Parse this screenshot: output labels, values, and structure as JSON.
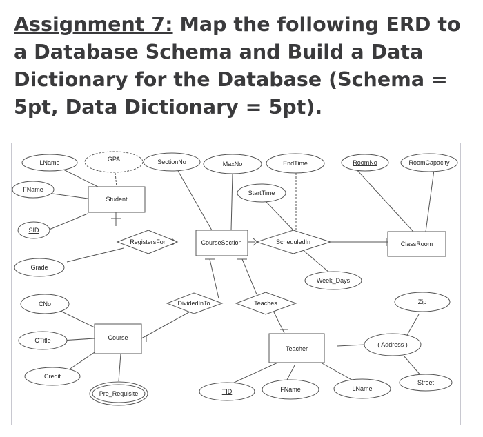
{
  "title": {
    "underlined": "Assignment 7:",
    "rest": " Map the following ERD to a Database Schema and Build a Data Dictionary for the Database (Schema = 5pt, Data Dictionary = 5pt)."
  },
  "erd": {
    "entities": {
      "student": "Student",
      "course_section": "CourseSection",
      "class_room": "ClassRoom",
      "course": "Course",
      "teacher": "Teacher"
    },
    "relationships": {
      "registers_for": "RegistersFor",
      "scheduled_in": "ScheduledIn",
      "divided_into": "DividedInTo",
      "teaches": "Teaches"
    },
    "attributes": {
      "lname_student": "LName",
      "gpa": "GPA",
      "section_no": "SectionNo",
      "max_no": "MaxNo",
      "end_time": "EndTime",
      "room_no": "RoomNo",
      "room_capacity": "RoomCapacity",
      "fname_student": "FName",
      "start_time": "StartTime",
      "sid": "SID",
      "grade": "Grade",
      "week_days": "Week_Days",
      "zip": "Zip",
      "cno": "CNo",
      "ctitle": "CTitle",
      "address": "( Address )",
      "credit": "Credit",
      "street": "Street",
      "pre_requisite": "Pre_Requisite",
      "tid": "TID",
      "fname_teacher": "FName",
      "lname_teacher": "LName"
    }
  }
}
